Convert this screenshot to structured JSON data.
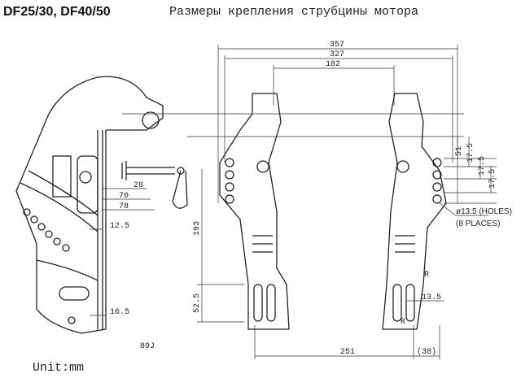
{
  "header": {
    "model": "DF25/30, DF40/50",
    "title": "Размеры крепления струбцины мотора"
  },
  "footer": {
    "unit": "Unit:mm",
    "code": "89J"
  },
  "dimensions": {
    "width_outer": "357",
    "width_mid": "327",
    "width_inner": "182",
    "top_offset": "51",
    "hole_pitch_1": "17.5",
    "hole_pitch_2": "17.5",
    "hole_pitch_3": "17.5",
    "screw_28": "28",
    "screw_70": "70",
    "screw_78": "78",
    "thickness_top": "12.5",
    "thickness_bottom": "16.5",
    "height_193": "193",
    "height_52_5": "52.5",
    "bottom_251": "251",
    "bottom_38": "(38)",
    "slot_13_5": "13.5",
    "radius_1": "R",
    "radius_2": "R"
  },
  "holes_note": {
    "line1": "ø13.5 (HOLES)",
    "line2": "(8 PLACES)"
  }
}
